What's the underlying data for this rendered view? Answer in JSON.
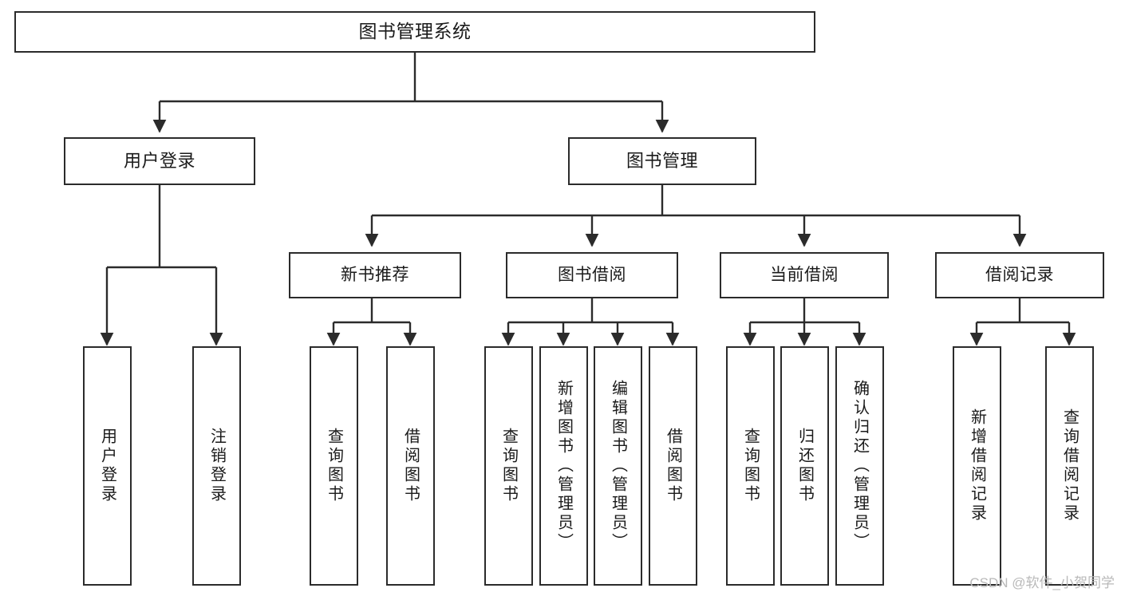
{
  "diagram": {
    "title": "图书管理系统",
    "type": "tree-hierarchy-chart",
    "watermark": "CSDN @软件_小贺同学",
    "colors": {
      "background": "#ffffff",
      "box_border": "#2b2b2b",
      "box_fill": "#ffffff",
      "text": "#1a1a1a",
      "connector": "#2b2b2b",
      "watermark_text": "#b9b9b9"
    },
    "nodes": {
      "root": {
        "label": "图书管理系统"
      },
      "level2": [
        {
          "id": "user-login",
          "label": "用户登录"
        },
        {
          "id": "book-management",
          "label": "图书管理"
        }
      ],
      "level3": [
        {
          "id": "new-book-recommend",
          "label": "新书推荐"
        },
        {
          "id": "book-borrow",
          "label": "图书借阅"
        },
        {
          "id": "current-borrow",
          "label": "当前借阅"
        },
        {
          "id": "borrow-record",
          "label": "借阅记录"
        }
      ],
      "leaves": {
        "user_login": [
          {
            "id": "leaf-user-login",
            "label": "用户登录"
          },
          {
            "id": "leaf-logout-login",
            "label": "注销登录"
          }
        ],
        "new_book_recommend": [
          {
            "id": "leaf-query-book-1",
            "label": "查询图书"
          },
          {
            "id": "leaf-borrow-book-1",
            "label": "借阅图书"
          }
        ],
        "book_borrow": [
          {
            "id": "leaf-query-book-2",
            "label": "查询图书"
          },
          {
            "id": "leaf-add-book",
            "label": "新增图书（管理员）"
          },
          {
            "id": "leaf-edit-book",
            "label": "编辑图书（管理员）"
          },
          {
            "id": "leaf-borrow-book-2",
            "label": "借阅图书"
          }
        ],
        "current_borrow": [
          {
            "id": "leaf-query-book-3",
            "label": "查询图书"
          },
          {
            "id": "leaf-return-book",
            "label": "归还图书"
          },
          {
            "id": "leaf-confirm-return",
            "label": "确认归还（管理员）"
          }
        ],
        "borrow_record": [
          {
            "id": "leaf-add-record",
            "label": "新增借阅记录"
          },
          {
            "id": "leaf-query-record",
            "label": "查询借阅记录"
          }
        ]
      }
    }
  }
}
